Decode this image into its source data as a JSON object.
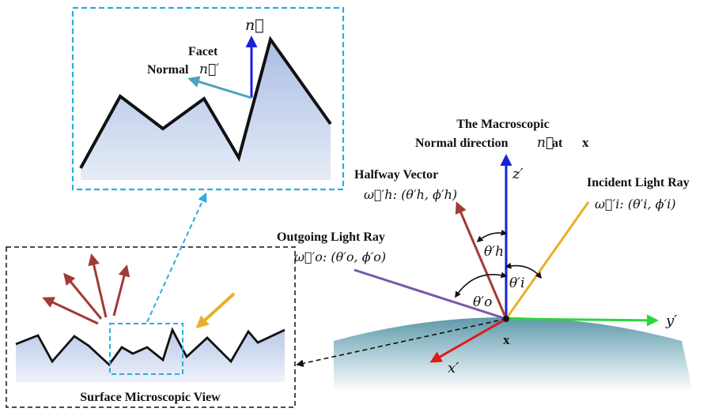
{
  "colors": {
    "blue": "#1a22d8",
    "red": "#a23a35",
    "orange": "#e8b028",
    "purple": "#7a57a8",
    "green": "#2dd53a",
    "red_axis": "#e01818",
    "cyan_dashed": "#29aee0",
    "teal_arrow": "#4aa4bc",
    "surface_blue": "#b4c7e5"
  },
  "zoom_panel": {
    "facet_label_line1": "Facet",
    "facet_label_line2": "Normal",
    "facet_symbol": "n⃗′",
    "normal_symbol": "n⃗"
  },
  "micro_panel": {
    "caption": "Surface Microscopic View"
  },
  "macro": {
    "title_line1": "The Macroscopic",
    "title_line2": "Normal direction",
    "title_symbol": "n⃗",
    "title_at": "at",
    "title_x": "x",
    "halfway_label": "Halfway Vector",
    "halfway_symbol": "ω⃗′h: (θ′h, ϕ′h)",
    "incident_label": "Incident Light Ray",
    "incident_symbol": "ω⃗′i: (θ′i, ϕ′i)",
    "outgoing_label": "Outgoing Light Ray",
    "outgoing_symbol": "ω⃗′o: (θ′o, ϕ′o)",
    "theta_h": "θ′h",
    "theta_i": "θ′i",
    "theta_o": "θ′o",
    "axis_z": "z′",
    "axis_y": "y′",
    "axis_x": "x′",
    "origin": "x"
  }
}
